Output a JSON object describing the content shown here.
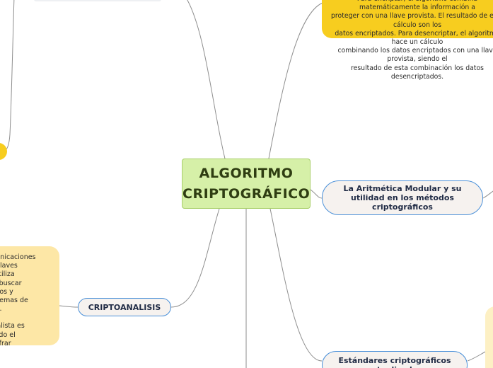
{
  "map": {
    "central": {
      "line1": "ALGORITMO",
      "line2": "CRIPTOGRÁFICO"
    },
    "topics": {
      "aritmetica": "La Aritmética Modular y su utilidad en los métodos criptográficos",
      "criptoanalisis": "CRIPTOANALISIS",
      "estandares_line1": "Estándares criptográficos",
      "estandares_line2": "actualizados"
    },
    "notes": {
      "top": [
        "Para encriptar, el algoritmo combina matemáticamente la información a",
        "proteger con una llave provista. El resultado de este cálculo son los",
        "datos encriptados. Para desencriptar, el algoritmo hace un cálculo",
        "combinando los datos encriptados con una llave provista, siendo el",
        "resultado de esta combinación los datos desencriptados."
      ],
      "left": [
        "comunicaciones",
        "r las llaves",
        "isis utiliza",
        "para buscar",
        "oritmos y",
        "o sistemas de",
        "ación.",
        "",
        "toanalista es",
        "ue todo el",
        "descifrar"
      ]
    },
    "colors": {
      "central_fill": "#d6f0a8",
      "pill_border": "#4a90d9",
      "note_yellow": "#f7cd1f",
      "note_pale": "#fde7a6",
      "connector": "#8e8e8e"
    }
  }
}
